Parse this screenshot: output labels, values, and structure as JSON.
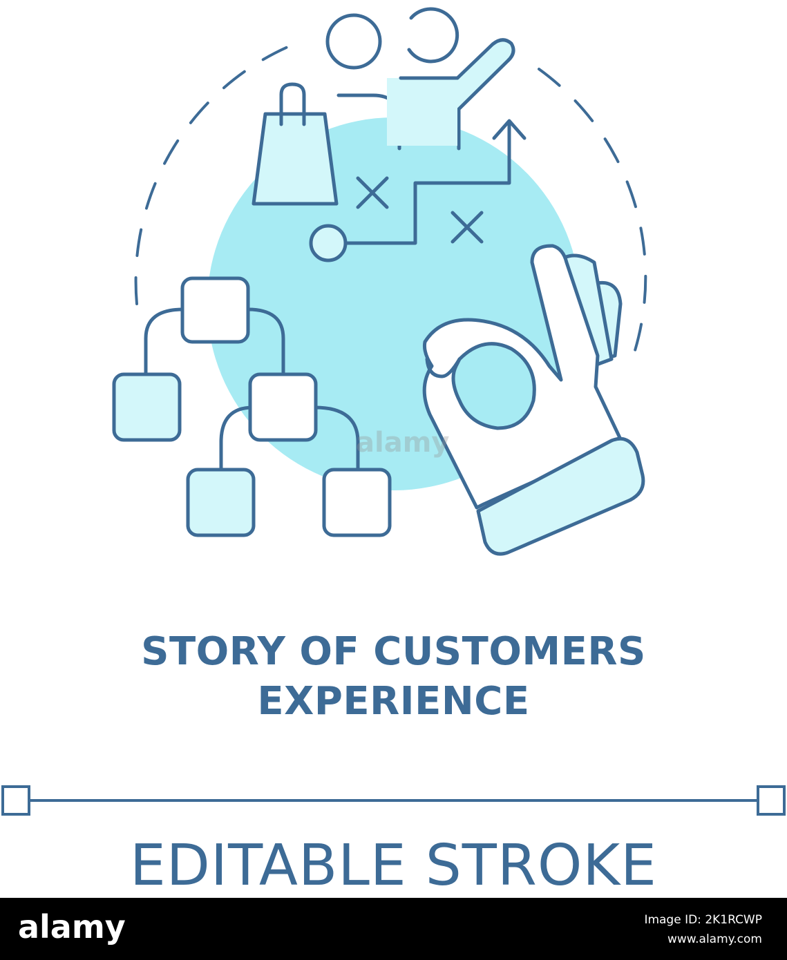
{
  "headline": {
    "line1": "STORY OF CUSTOMERS",
    "line2": "EXPERIENCE"
  },
  "caption": "EDITABLE STROKE",
  "watermark": "alamy",
  "footer": {
    "logo": "alamy",
    "image_id": "Image ID: 2K1RCWP",
    "site": "www.alamy.com"
  },
  "colors": {
    "stroke": "#3d6b96",
    "fill_light": "#d3f7fa",
    "circle_fill": "#a7ebf3",
    "background": "#ffffff"
  },
  "icons": [
    "people-icon",
    "shopping-bag-icon",
    "path-arrow-icon",
    "flowchart-icon",
    "ok-hand-icon"
  ]
}
